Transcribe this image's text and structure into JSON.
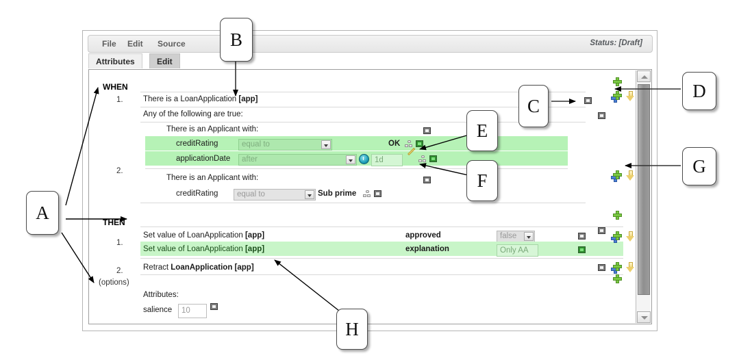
{
  "window": {
    "menu": [
      "File",
      "Edit",
      "Source"
    ],
    "status": "Status: [Draft]",
    "tabs": [
      {
        "label": "Attributes",
        "selected": false
      },
      {
        "label": "Edit",
        "selected": true
      }
    ]
  },
  "editor": {
    "when_label": "WHEN",
    "then_label": "THEN",
    "options_label": "(options)",
    "numbers": {
      "when_1": "1.",
      "when_2": "2.",
      "then_1": "1.",
      "then_2": "2."
    },
    "when": {
      "pattern_1": {
        "text": "There is a LoanApplication ",
        "binding": "[app]"
      },
      "any_of": "Any of the following are true:",
      "applicant_1": "There is an Applicant with:",
      "applicant_2": "There is an Applicant with:",
      "constraints": [
        {
          "field": "creditRating",
          "operator": "equal to",
          "value": "OK",
          "highlighted": true
        },
        {
          "field": "applicationDate",
          "operator": "after",
          "value": "1d",
          "highlighted": true
        },
        {
          "field": "creditRating",
          "operator": "equal to",
          "value": "Sub prime",
          "highlighted": false
        }
      ]
    },
    "then": {
      "actions": [
        {
          "text": "Set value of LoanApplication ",
          "binding": "[app]",
          "field": "approved",
          "value": "false",
          "value_kind": "select",
          "highlighted": false
        },
        {
          "text": "Set value of LoanApplication ",
          "binding": "[app]",
          "field": "explanation",
          "value": "Only AA",
          "value_kind": "text",
          "highlighted": true
        },
        {
          "text": "Retract ",
          "binding": "LoanApplication [app]",
          "field": "",
          "value": "",
          "value_kind": "none",
          "highlighted": false
        }
      ]
    },
    "attributes": {
      "title": "Attributes:",
      "salience_label": "salience",
      "salience_value": "10"
    }
  },
  "icons": {
    "add": "plus-icon",
    "add_below": "plus-below-icon",
    "move_down": "arrow-down-icon",
    "move_up": "arrow-up-icon",
    "remove": "remove-square-icon",
    "bind": "bind-variable-icon",
    "calendar": "clock-icon",
    "edit": "pencil-icon",
    "scroll_up": "scroll-up-arrow-icon",
    "scroll_down": "scroll-down-arrow-icon"
  },
  "callouts": [
    {
      "id": "A",
      "label": "A"
    },
    {
      "id": "B",
      "label": "B"
    },
    {
      "id": "C",
      "label": "C"
    },
    {
      "id": "D",
      "label": "D"
    },
    {
      "id": "E",
      "label": "E"
    },
    {
      "id": "F",
      "label": "F"
    },
    {
      "id": "G",
      "label": "G"
    },
    {
      "id": "H",
      "label": "H"
    }
  ],
  "colors": {
    "highlight_green": "#b6f2b6",
    "light_green": "#c8f5c8",
    "panel_gray": "#e6e6e6",
    "accent_plus": "#7ac943",
    "accent_arrow": "#eccf6e"
  }
}
